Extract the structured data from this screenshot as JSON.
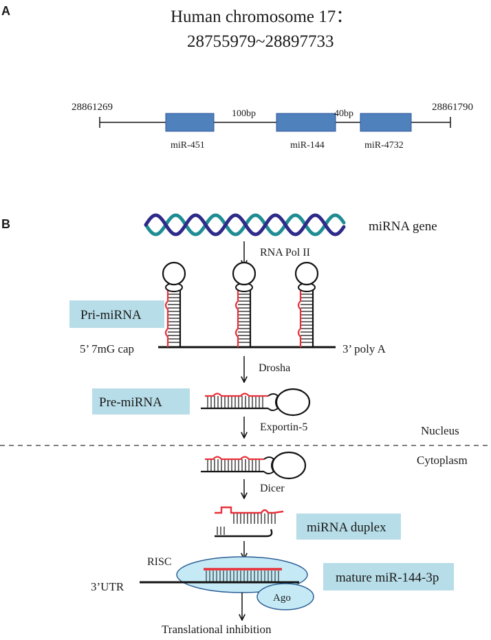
{
  "panel_a": {
    "letter": "A",
    "title_line1": "Human chromosome 17：",
    "title_line2": "28755979~28897733",
    "left_coord": "28861269",
    "right_coord": "28861790",
    "gap_1": "100bp",
    "gap_2": "40bp",
    "genes": [
      "miR-451",
      "miR-144",
      "miR-4732"
    ],
    "colors": {
      "gene_box": "#4f81bd",
      "gene_box_border": "#2f5597"
    }
  },
  "panel_b": {
    "letter": "B",
    "gene_label": "miRNA  gene",
    "pol_label": "RNA Pol II",
    "pri_mirna": "Pri-miRNA",
    "cap_label": "5’ 7mG cap",
    "polya_label": "3’ poly A",
    "drosha": "Drosha",
    "pre_mirna": "Pre-miRNA",
    "exportin": "Exportin-5",
    "nucleus": "Nucleus",
    "cytoplasm": "Cytoplasm",
    "dicer": "Dicer",
    "duplex": "miRNA duplex",
    "risc": "RISC",
    "utr": "3’UTR",
    "mature": "mature miR-144-3p",
    "ago": "Ago",
    "inhibition": "Translational  inhibition",
    "colors": {
      "label_box": "#b7dde8",
      "red_strand": "#e8313a",
      "risc_fill": "#c5eaf6",
      "risc_border": "#2e5f95",
      "helix_a": "#1f8d93",
      "helix_b": "#2e2a8a"
    }
  }
}
